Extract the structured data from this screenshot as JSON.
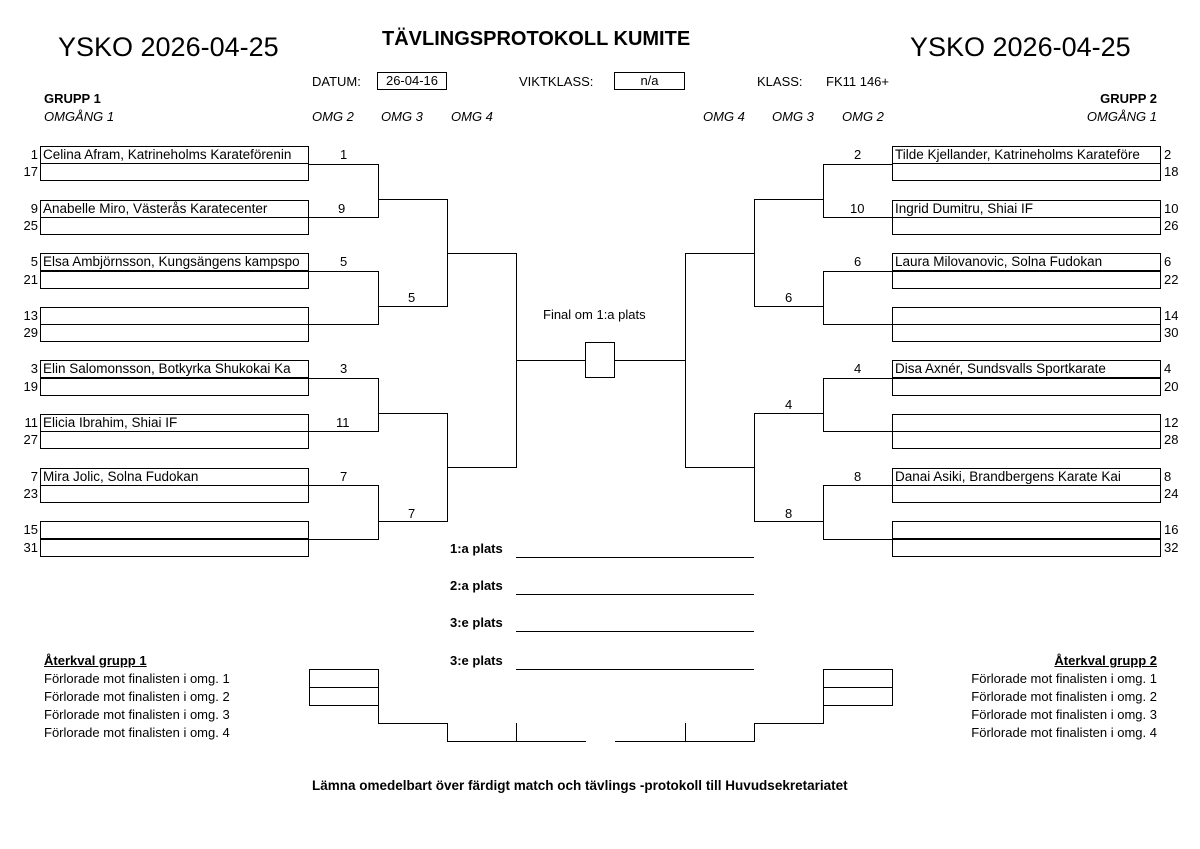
{
  "header": {
    "left_event": "YSKO 2026-04-25",
    "right_event": "YSKO 2026-04-25",
    "title": "TÄVLINGSPROTOKOLL KUMITE",
    "datum_label": "DATUM:",
    "datum_value": "26-04-16",
    "viktklass_label": "VIKTKLASS:",
    "viktklass_value": "n/a",
    "klass_label": "KLASS:",
    "klass_value": "FK11 146+"
  },
  "group1": {
    "title": "GRUPP 1",
    "round1": "OMGÅNG 1",
    "round2": "OMG 2",
    "round3": "OMG 3",
    "round4": "OMG 4",
    "slots": [
      {
        "seed": "1",
        "name": "Celina Afram, Katrineholms Karateförenin"
      },
      {
        "seed": "17",
        "name": ""
      },
      {
        "seed": "9",
        "name": "Anabelle Miro, Västerås Karatecenter"
      },
      {
        "seed": "25",
        "name": ""
      },
      {
        "seed": "5",
        "name": "Elsa Ambjörnsson, Kungsängens kampspo"
      },
      {
        "seed": "21",
        "name": ""
      },
      {
        "seed": "13",
        "name": ""
      },
      {
        "seed": "29",
        "name": ""
      },
      {
        "seed": "3",
        "name": "Elin Salomonsson, Botkyrka Shukokai Ka"
      },
      {
        "seed": "19",
        "name": ""
      },
      {
        "seed": "11",
        "name": "Elicia Ibrahim, Shiai IF"
      },
      {
        "seed": "27",
        "name": ""
      },
      {
        "seed": "7",
        "name": "Mira Jolic, Solna Fudokan"
      },
      {
        "seed": "23",
        "name": ""
      },
      {
        "seed": "15",
        "name": ""
      },
      {
        "seed": "31",
        "name": ""
      }
    ],
    "r2": [
      "1",
      "9",
      "5",
      "3",
      "11",
      "7"
    ],
    "r3": [
      "5",
      "7"
    ]
  },
  "group2": {
    "title": "GRUPP 2",
    "round1": "OMGÅNG 1",
    "round2": "OMG 2",
    "round3": "OMG 3",
    "round4": "OMG 4",
    "slots": [
      {
        "seed": "2",
        "name": "Tilde Kjellander, Katrineholms Karateföre"
      },
      {
        "seed": "18",
        "name": ""
      },
      {
        "seed": "10",
        "name": "Ingrid Dumitru, Shiai IF"
      },
      {
        "seed": "26",
        "name": ""
      },
      {
        "seed": "6",
        "name": "Laura Milovanovic, Solna Fudokan"
      },
      {
        "seed": "22",
        "name": ""
      },
      {
        "seed": "14",
        "name": ""
      },
      {
        "seed": "30",
        "name": ""
      },
      {
        "seed": "4",
        "name": "Disa Axnér, Sundsvalls Sportkarate"
      },
      {
        "seed": "20",
        "name": ""
      },
      {
        "seed": "12",
        "name": ""
      },
      {
        "seed": "28",
        "name": ""
      },
      {
        "seed": "8",
        "name": "Danai Asiki, Brandbergens Karate Kai"
      },
      {
        "seed": "24",
        "name": ""
      },
      {
        "seed": "16",
        "name": ""
      },
      {
        "seed": "32",
        "name": ""
      }
    ],
    "r2": [
      "2",
      "10",
      "6",
      "4",
      "8"
    ],
    "r3": [
      "6",
      "4",
      "8"
    ]
  },
  "final": {
    "label": "Final om 1:a plats"
  },
  "placings": [
    {
      "label": "1:a plats",
      "value": ""
    },
    {
      "label": "2:a plats",
      "value": ""
    },
    {
      "label": "3:e plats",
      "value": ""
    },
    {
      "label": "3:e plats",
      "value": ""
    }
  ],
  "repechage1": {
    "title": "Återkval grupp 1",
    "rows": [
      "Förlorade mot finalisten i omg. 1",
      "Förlorade mot finalisten i omg. 2",
      "Förlorade mot finalisten i omg. 3",
      "Förlorade mot finalisten i omg. 4"
    ]
  },
  "repechage2": {
    "title": "Återkval grupp 2",
    "rows": [
      "Förlorade mot finalisten i omg. 1",
      "Förlorade mot finalisten i omg. 2",
      "Förlorade mot finalisten i omg. 3",
      "Förlorade mot finalisten i omg. 4"
    ]
  },
  "footer": {
    "note": "Lämna omedelbart över färdigt match och tävlings -protokoll till Huvudsekretariatet"
  }
}
